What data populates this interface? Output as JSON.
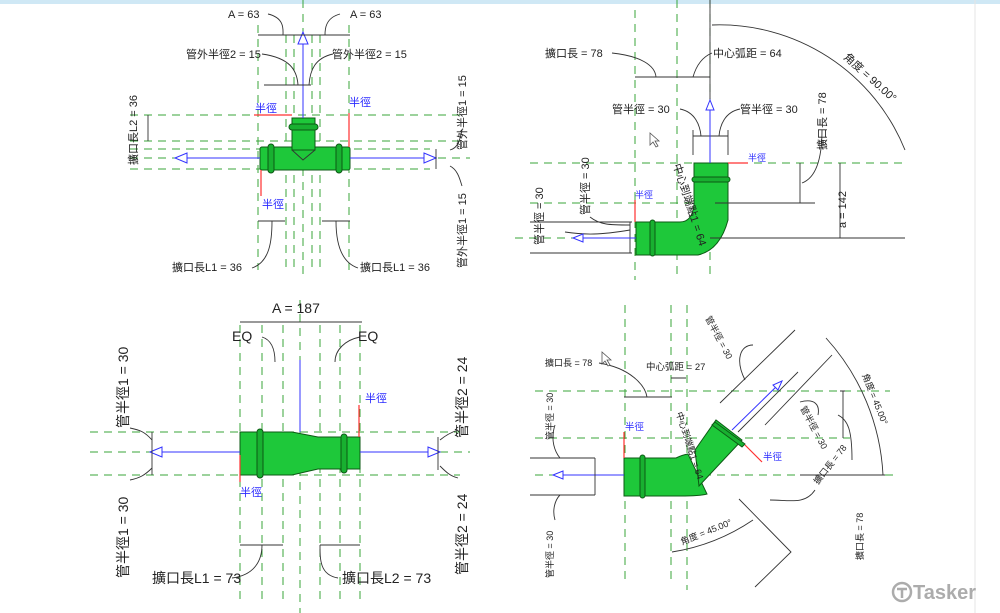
{
  "tee": {
    "a_left": "A = 63",
    "a_right": "A = 63",
    "outer_r2_left": "管外半徑2 = 15",
    "outer_r2_right": "管外半徑2 = 15",
    "radius_a": "半徑",
    "radius_b": "半徑",
    "socket_l2": "擴口長L2 = 36",
    "outer_r1_top": "管外半徑1 = 15",
    "outer_r1_bottom": "管外半徑1 = 15",
    "socket_l1_left": "擴口長L1 = 36",
    "socket_l1_right": "擴口長L1 = 36"
  },
  "elbow90": {
    "socket": "擴口長 = 78",
    "center_arc": "中心弧距 = 64",
    "angle": "角度 = 90.00°",
    "pipe_r_left": "管半徑 = 30",
    "pipe_r_right": "管半徑 = 30",
    "radius_a": "半徑",
    "radius_b": "半徑",
    "socket_v": "擴口長 = 78",
    "a": "a = 142",
    "center_to_end": "中心到端點1 = 64",
    "pipe_r_v1": "管半徑 = 30",
    "pipe_r_v2": "管半徑 = 30"
  },
  "reducer": {
    "a": "A = 187",
    "eq_left": "EQ",
    "eq_right": "EQ",
    "r1_top": "管半徑1 = 30",
    "r1_bottom": "管半徑1 = 30",
    "r2_top": "管半徑2 = 24",
    "r2_bottom": "管半徑2 = 24",
    "radius_a": "半徑",
    "radius_b": "半徑",
    "socket_l1": "擴口長L1 = 73",
    "socket_l2": "擴口長L2 = 73"
  },
  "elbow45": {
    "socket": "擴口長 = 78",
    "center_arc": "中心弧距 = 27",
    "pipe_r_1": "管半徑 = 30",
    "pipe_r_2": "管半徑 = 30",
    "pipe_r_3": "管半徑 = 30",
    "pipe_r_4": "管半徑 = 30",
    "angle_outer": "角度 = 45.00°",
    "angle_inner": "角度 = 45.00°",
    "socket_diag": "擴口長 = 78",
    "socket_v": "擴口長 = 78",
    "center_to_end": "中心到端點1 = 64",
    "radius_a": "半徑",
    "radius_b": "半徑"
  },
  "watermark": "Tasker",
  "colors": {
    "pipe": "#1ec83a",
    "centerline": "#3aa63a",
    "axis": "#3333ff",
    "radius": "#ff3030"
  }
}
